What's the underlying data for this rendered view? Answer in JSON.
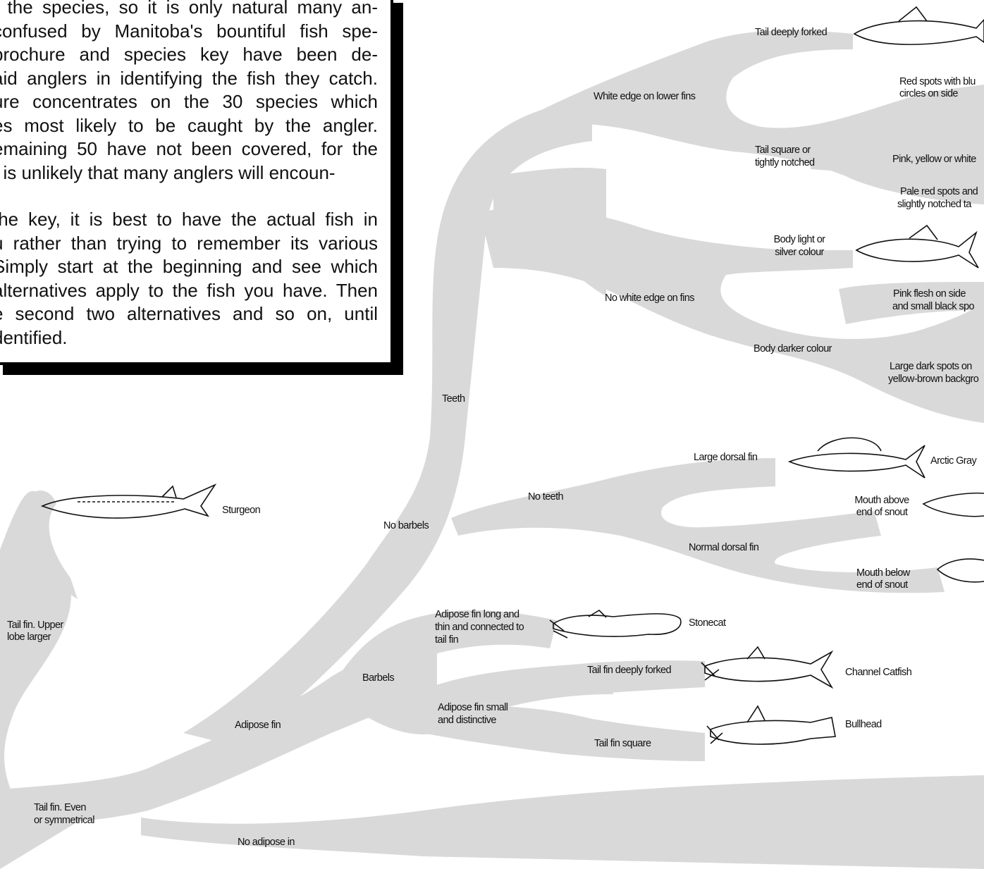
{
  "intro": {
    "lines": [
      "f the species, so it is only natural many an-",
      "confused by Manitoba's bountiful fish spe-",
      "brochure and species key have been de-",
      "aid anglers in identifying the fish they catch.",
      "ure concentrates on the 30 species which",
      "es most likely to be caught by the angler.",
      "emaining 50 have not been covered, for the",
      "t is unlikely that many anglers will encoun-",
      "",
      "the key, it is best to have the actual fish in",
      "u rather than trying to remember its various",
      "Simply start at the beginning and see which",
      "alternatives apply to the fish you have. Then",
      "e second two alternatives and so on, until",
      "dentified."
    ]
  },
  "labels": {
    "tail_deeply_forked": "Tail deeply forked",
    "white_edge_lower_fins": "White edge on lower fins",
    "red_spots_blue_1": "Red spots with blu",
    "red_spots_blue_2": "circles on side",
    "tail_square_1": "Tail square or",
    "tail_square_2": "tightly notched",
    "pink_yellow_white": "Pink, yellow or white",
    "pale_red_1": "Pale red spots and",
    "pale_red_2": "slightly notched ta",
    "body_light_1": "Body light or",
    "body_light_2": "silver colour",
    "no_white_edge": "No white edge on fins",
    "pink_flesh_1": "Pink flesh on side",
    "pink_flesh_2": "and small black spo",
    "body_darker": "Body darker colour",
    "large_dark_1": "Large dark spots on",
    "large_dark_2": "yellow-brown backgro",
    "teeth": "Teeth",
    "large_dorsal": "Large dorsal fin",
    "arctic_grayling": "Arctic Gray",
    "no_teeth": "No teeth",
    "mouth_above_1": "Mouth above",
    "mouth_above_2": "end of snout",
    "no_barbels": "No barbels",
    "normal_dorsal": "Normal dorsal fin",
    "mouth_below_1": "Mouth below",
    "mouth_below_2": "end of snout",
    "sturgeon": "Sturgeon",
    "adipose_long_1": "Adipose fin long and",
    "adipose_long_2": "thin and connected to",
    "adipose_long_3": "tail fin",
    "stonecat": "Stonecat",
    "tail_upper_1": "Tail fin. Upper",
    "tail_upper_2": "lobe larger",
    "barbels": "Barbels",
    "tail_fin_deeply_forked": "Tail fin deeply forked",
    "channel_catfish": "Channel Catfish",
    "adipose_small_1": "Adipose fin small",
    "adipose_small_2": "and distinctive",
    "bullhead": "Bullhead",
    "adipose_fin": "Adipose fin",
    "tail_fin_square": "Tail fin square",
    "tail_even_1": "Tail fin. Even",
    "tail_even_2": "or symmetrical",
    "no_adipose": "No adipose in"
  },
  "colors": {
    "branch": "#d9d9d9",
    "ink": "#111111",
    "frame": "#000000"
  }
}
